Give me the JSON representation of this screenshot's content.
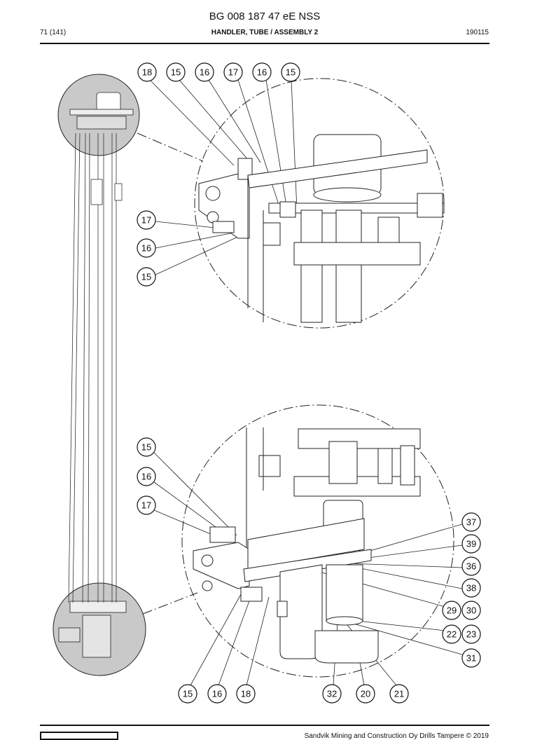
{
  "header": {
    "doc_number": "BG 008 187 47 eE NSS",
    "page": "71 (141)",
    "title": "HANDLER, TUBE / ASSEMBLY 2",
    "date": "190115"
  },
  "footer": {
    "copyright": "Sandvik Mining and Construction Oy Drills Tampere © 2019"
  },
  "callouts": {
    "top_row": [
      "18",
      "15",
      "16",
      "17",
      "16",
      "15"
    ],
    "top_left": [
      "17",
      "16",
      "15"
    ],
    "mid_left": [
      "15",
      "16",
      "17"
    ],
    "right_col": [
      "37",
      "39",
      "36",
      "38",
      "29",
      "30",
      "22",
      "23",
      "31"
    ],
    "bottom_row": [
      "15",
      "16",
      "18",
      "32",
      "20",
      "21"
    ]
  }
}
